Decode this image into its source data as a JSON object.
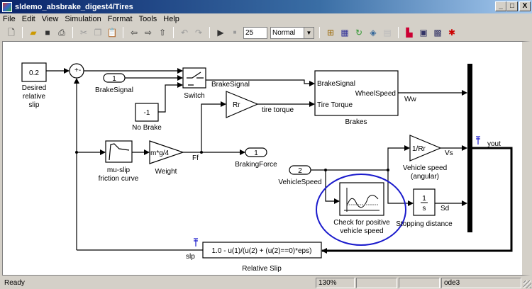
{
  "window": {
    "title": "sldemo_absbrake_digest4/Tires",
    "min": "_",
    "max": "□",
    "close": "X"
  },
  "menu": [
    "File",
    "Edit",
    "View",
    "Simulation",
    "Format",
    "Tools",
    "Help"
  ],
  "toolbar": {
    "stop_time": "25",
    "sim_mode": "Normal"
  },
  "diagram": {
    "desired_slip": {
      "value": "0.2",
      "label": [
        "Desired",
        "relative",
        "slip"
      ]
    },
    "sum_signs": "+-",
    "brake_signal_from": {
      "port": "1",
      "label": "BrakeSignal"
    },
    "switch_label": "Switch",
    "no_brake": {
      "value": "-1",
      "label": "No Brake"
    },
    "brake_signal_line": "BrakeSignal",
    "brakes": {
      "in1": "BrakeSignal",
      "in2": "Tire Torque",
      "out": "WheelSpeed",
      "label": "Brakes"
    },
    "rr_gain": "Rr",
    "tire_torque": "tire torque",
    "ww": "Ww",
    "mu_slip": [
      "mu-slip",
      "friction curve"
    ],
    "weight": {
      "gain": "m*g/4",
      "label": "Weight"
    },
    "ff": "Ff",
    "braking_force": {
      "port": "1",
      "label": "BrakingForce"
    },
    "vehicle_speed": {
      "port": "2",
      "label": "VehicleSpeed"
    },
    "angular": {
      "gain": "1/Rr",
      "label": [
        "Vehicle speed",
        "(angular)"
      ]
    },
    "vs": "Vs",
    "check": [
      "Check for positive",
      "vehicle speed"
    ],
    "integrator": {
      "num": "1",
      "den": "s",
      "label": "Stopping distance"
    },
    "sd": "Sd",
    "yout": "yout",
    "relative_slip": {
      "expr": "1.0 - u(1)/(u(2) + (u(2)==0)*eps)",
      "label": "Relative Slip"
    },
    "slp": "slp",
    "highlight_color": "#1a1acc"
  },
  "status": {
    "text": "Ready",
    "zoom": "130%",
    "solver": "ode3"
  }
}
